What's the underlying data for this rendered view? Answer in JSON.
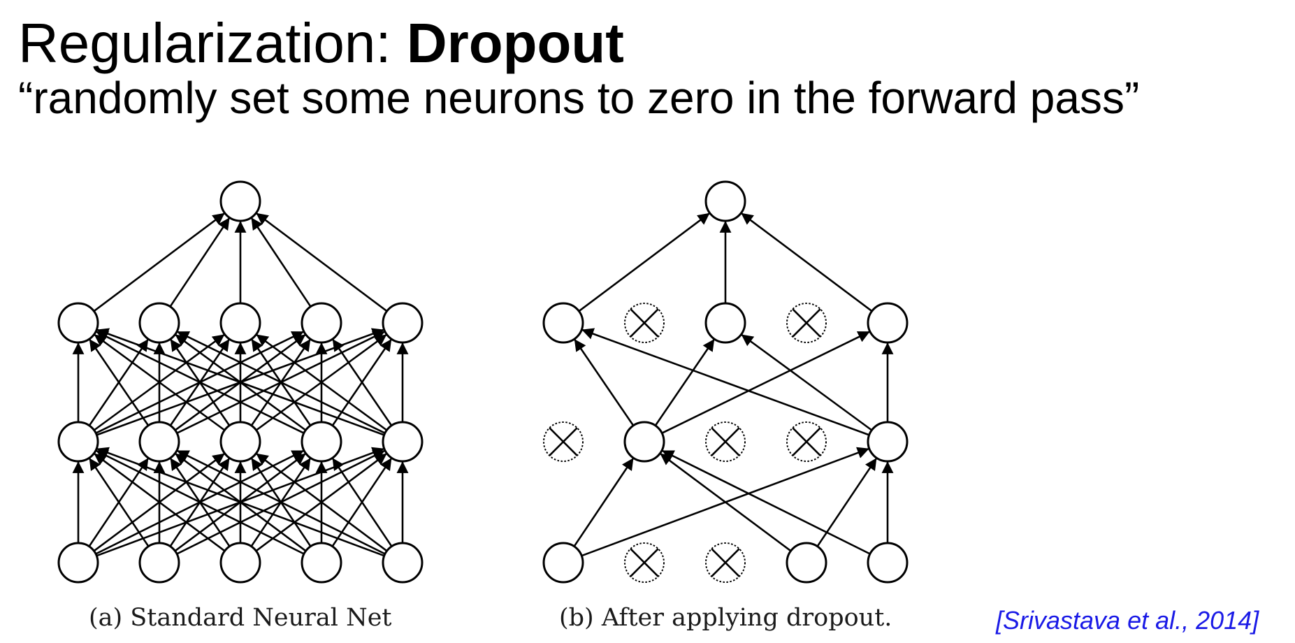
{
  "slide": {
    "title_prefix": "Regularization: ",
    "title_bold": "Dropout",
    "subtitle": "“randomly set some neurons to zero in the forward pass”",
    "citation": "[Srivastava et al., 2014]"
  },
  "figures": {
    "standard": {
      "caption": "(a) Standard Neural Net",
      "layers": [
        5,
        5,
        5,
        1
      ],
      "dropped": [
        [],
        [],
        [],
        []
      ],
      "connections": "full"
    },
    "dropout": {
      "caption": "(b) After applying dropout.",
      "layers": [
        5,
        5,
        5,
        1
      ],
      "dropped": [
        [
          1,
          2
        ],
        [
          0,
          2,
          3
        ],
        [
          1,
          3
        ],
        []
      ],
      "edges": [
        [
          [
            0,
            0
          ],
          [
            1,
            1
          ]
        ],
        [
          [
            0,
            0
          ],
          [
            1,
            4
          ]
        ],
        [
          [
            0,
            3
          ],
          [
            1,
            1
          ]
        ],
        [
          [
            0,
            3
          ],
          [
            1,
            4
          ]
        ],
        [
          [
            0,
            4
          ],
          [
            1,
            1
          ]
        ],
        [
          [
            0,
            4
          ],
          [
            1,
            4
          ]
        ],
        [
          [
            1,
            1
          ],
          [
            2,
            0
          ]
        ],
        [
          [
            1,
            1
          ],
          [
            2,
            2
          ]
        ],
        [
          [
            1,
            1
          ],
          [
            2,
            4
          ]
        ],
        [
          [
            1,
            4
          ],
          [
            2,
            0
          ]
        ],
        [
          [
            1,
            4
          ],
          [
            2,
            2
          ]
        ],
        [
          [
            1,
            4
          ],
          [
            2,
            4
          ]
        ],
        [
          [
            2,
            0
          ],
          [
            3,
            0
          ]
        ],
        [
          [
            2,
            2
          ],
          [
            3,
            0
          ]
        ],
        [
          [
            2,
            4
          ],
          [
            3,
            0
          ]
        ]
      ]
    }
  }
}
